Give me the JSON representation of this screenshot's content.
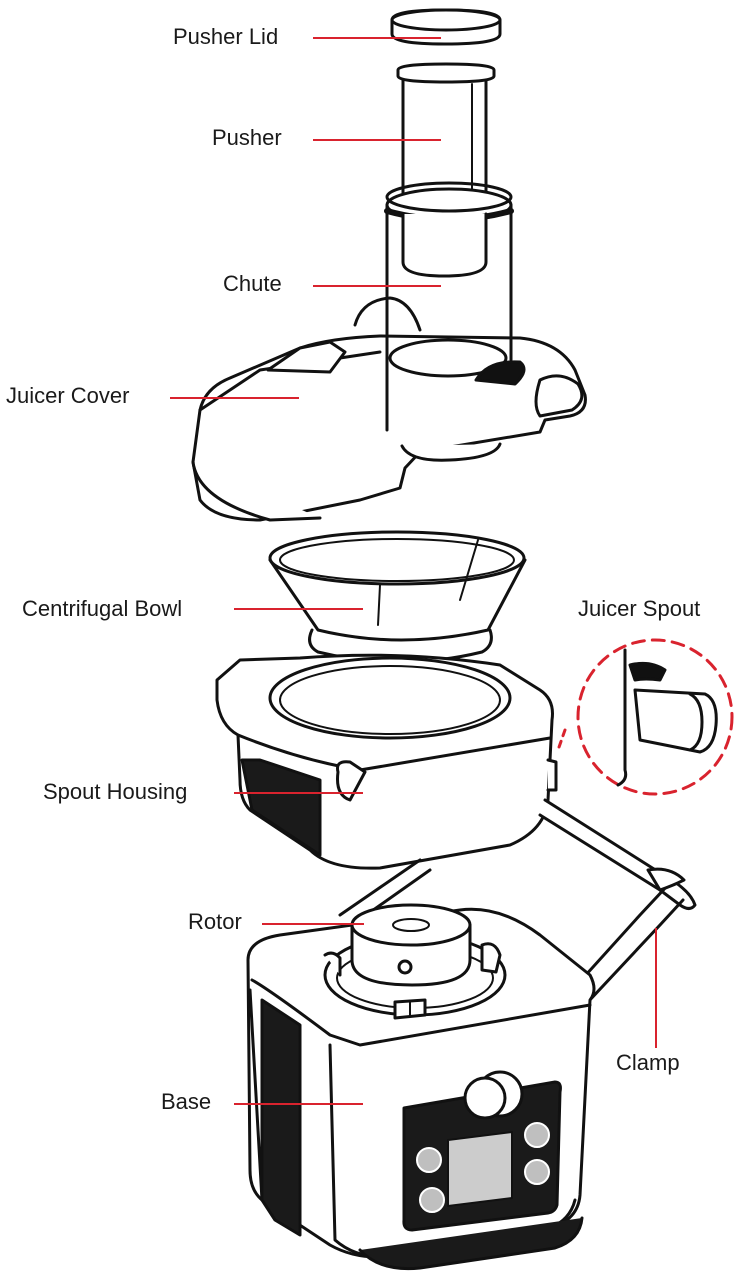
{
  "labels": {
    "pusher_lid": "Pusher Lid",
    "pusher": "Pusher",
    "chute": "Chute",
    "juicer_cover": "Juicer Cover",
    "centrifugal_bowl": "Centrifugal Bowl",
    "juicer_spout": "Juicer Spout",
    "spout_housing": "Spout Housing",
    "rotor": "Rotor",
    "clamp": "Clamp",
    "base": "Base"
  },
  "colors": {
    "leader": "#d9232e",
    "outline": "#111111",
    "fill": "#ffffff",
    "dark": "#1a1a1a",
    "button": "#bfbfbf"
  }
}
